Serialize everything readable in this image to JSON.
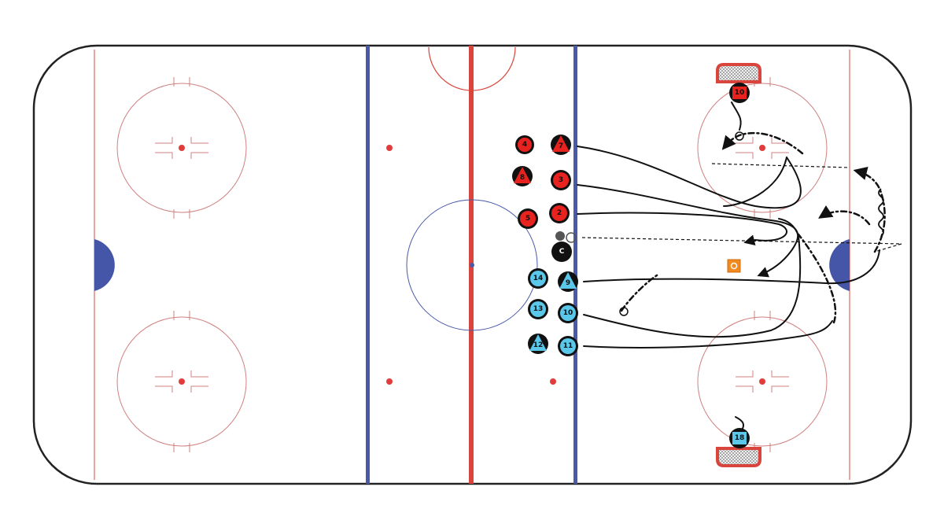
{
  "diagram": {
    "colors": {
      "board": "#222222",
      "red_line": "#d9453c",
      "blue_line": "#4a5aa8",
      "faceoff_circle": "#d08080",
      "crease": "#4556a8",
      "red_team": "#e8221f",
      "blue_team": "#5bc8ea",
      "coach": "#111111",
      "puck_marker": "#f28a1e",
      "path": "#111111"
    },
    "players": {
      "red": [
        {
          "label": "4",
          "shape": "circle"
        },
        {
          "label": "7",
          "shape": "triangle"
        },
        {
          "label": "8",
          "shape": "triangle"
        },
        {
          "label": "3",
          "shape": "circle"
        },
        {
          "label": "5",
          "shape": "circle"
        },
        {
          "label": "2",
          "shape": "circle"
        },
        {
          "label": "10",
          "shape": "goalie"
        }
      ],
      "blue": [
        {
          "label": "14",
          "shape": "circle"
        },
        {
          "label": "9",
          "shape": "triangle"
        },
        {
          "label": "13",
          "shape": "circle"
        },
        {
          "label": "10",
          "shape": "circle"
        },
        {
          "label": "12",
          "shape": "triangle"
        },
        {
          "label": "11",
          "shape": "circle"
        },
        {
          "label": "18",
          "shape": "goalie"
        }
      ],
      "coach": {
        "label": "C"
      }
    },
    "markers": [
      {
        "name": "puck-marker",
        "icon": "puck-icon",
        "label": "o"
      }
    ],
    "icons": [
      "hockey-rink-icon",
      "net-icon",
      "player-icon",
      "coach-icon",
      "puck-icon",
      "skating-path-icon",
      "pass-arrow-icon"
    ]
  }
}
